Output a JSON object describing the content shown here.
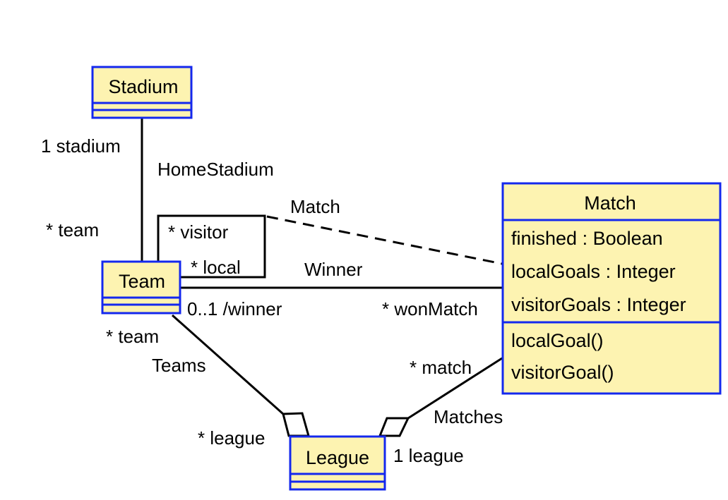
{
  "diagram": {
    "colors": {
      "class_fill": "#fdf3b1",
      "class_border": "#1428ee",
      "edge": "#000000"
    },
    "classes": {
      "stadium": {
        "name": "Stadium"
      },
      "team": {
        "name": "Team"
      },
      "league": {
        "name": "League"
      },
      "match": {
        "name": "Match",
        "attributes": [
          "finished : Boolean",
          "localGoals : Integer",
          "visitorGoals : Integer"
        ],
        "operations": [
          "localGoal()",
          "visitorGoal()"
        ]
      }
    },
    "associations": {
      "home_stadium": {
        "name": "HomeStadium",
        "end_stadium": "1 stadium",
        "end_team": "* team"
      },
      "match_assoc": {
        "name": "Match",
        "end_visitor": "* visitor",
        "end_local": "* local"
      },
      "winner": {
        "name": "Winner",
        "end_winner": "0..1 /winner",
        "end_won_match": "* wonMatch"
      },
      "teams": {
        "name": "Teams",
        "end_team": "* team",
        "end_league": "* league"
      },
      "matches": {
        "name": "Matches",
        "end_match": "* match",
        "end_league": "1 league"
      }
    }
  }
}
